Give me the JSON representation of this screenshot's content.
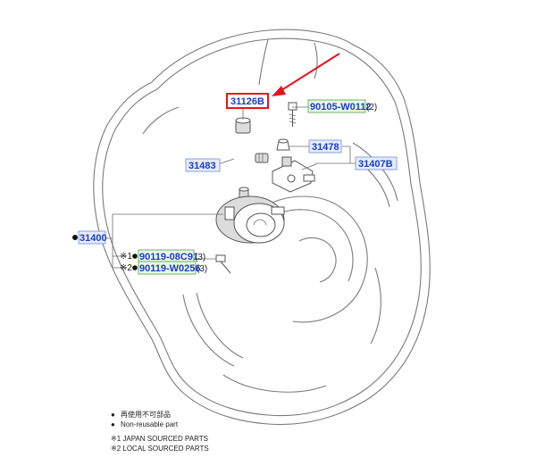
{
  "callouts": {
    "c31126b": "31126B",
    "c90105": "90105-W0112",
    "c90105_qty": "(2)",
    "c31478": "31478",
    "c31407b": "31407B",
    "c31483": "31483",
    "c31400": "31400",
    "c90119a_mark": "※1",
    "c90119a": "90119-08C91",
    "c90119a_qty": "(3)",
    "c90119b_mark": "※2",
    "c90119b": "90119-W0256",
    "c90119b_qty": "(3)"
  },
  "legend": {
    "bullet": "●",
    "nonreusable_jp": "再使用不可部品",
    "nonreusable_en": "Non-reusable part",
    "note1": "※1 JAPAN SOURCED PARTS",
    "note2": "※2 LOCAL SOURCED PARTS"
  },
  "colors": {
    "highlight": "#e8131b",
    "callout_text": "#1a3cc8",
    "green_box": "#4aa33d",
    "blue_box": "#6f8be0"
  }
}
